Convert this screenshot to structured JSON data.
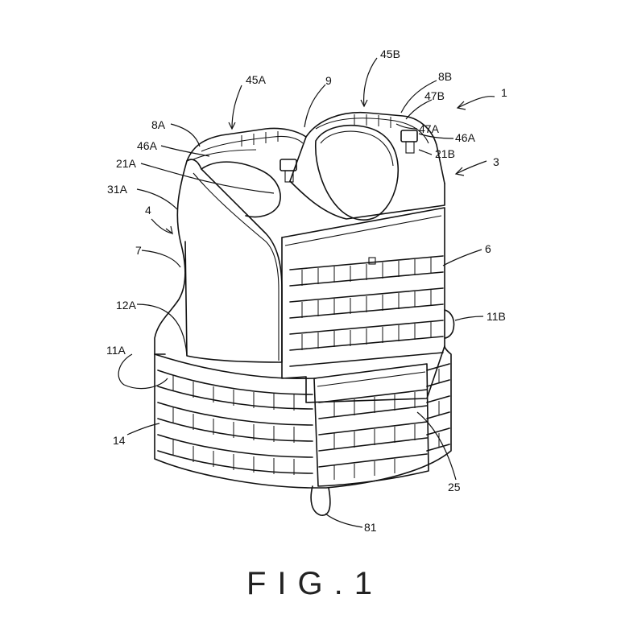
{
  "figure": {
    "caption": "FIG.1",
    "subject": "vest"
  },
  "labels": [
    {
      "id": "l45A",
      "text": "45A"
    },
    {
      "id": "l9",
      "text": "9"
    },
    {
      "id": "l45B",
      "text": "45B"
    },
    {
      "id": "l8B",
      "text": "8B"
    },
    {
      "id": "l47B",
      "text": "47B"
    },
    {
      "id": "l1",
      "text": "1"
    },
    {
      "id": "l8A",
      "text": "8A"
    },
    {
      "id": "l47A",
      "text": "47A"
    },
    {
      "id": "l46A_r",
      "text": "46A"
    },
    {
      "id": "l46A_l",
      "text": "46A"
    },
    {
      "id": "l21B",
      "text": "21B"
    },
    {
      "id": "l3",
      "text": "3"
    },
    {
      "id": "l21A",
      "text": "21A"
    },
    {
      "id": "l31A",
      "text": "31A"
    },
    {
      "id": "l4",
      "text": "4"
    },
    {
      "id": "l6",
      "text": "6"
    },
    {
      "id": "l7",
      "text": "7"
    },
    {
      "id": "l12A",
      "text": "12A"
    },
    {
      "id": "l11B",
      "text": "11B"
    },
    {
      "id": "l11A",
      "text": "11A"
    },
    {
      "id": "l14",
      "text": "14"
    },
    {
      "id": "l25",
      "text": "25"
    },
    {
      "id": "l81",
      "text": "81"
    }
  ]
}
